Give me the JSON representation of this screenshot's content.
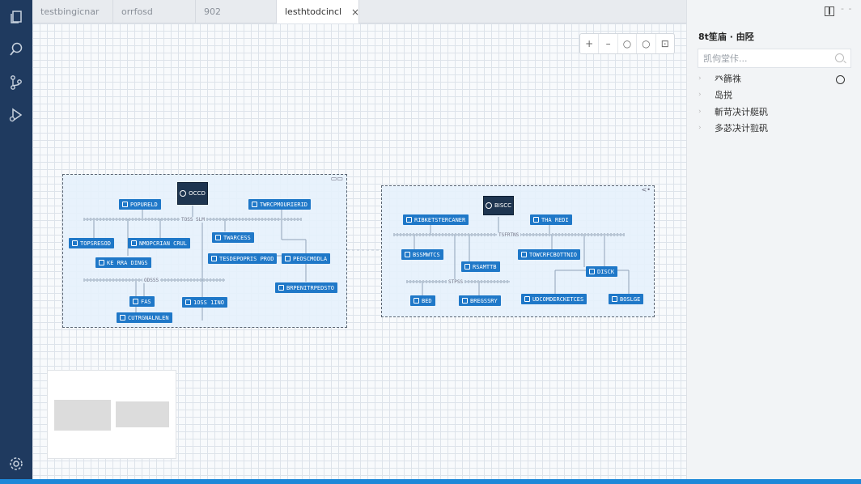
{
  "colors": {
    "accent": "#1e88d8",
    "activity_bar": "#1f3a5f",
    "node": "#1f78c8",
    "root_node": "#1e3550"
  },
  "activity_bar": {
    "icons": [
      "files-icon",
      "search-icon",
      "source-control-icon",
      "run-debug-icon",
      "settings-gear-icon"
    ]
  },
  "tabs": [
    {
      "label": "testbingicnar"
    },
    {
      "label": "orrfosd"
    },
    {
      "label": "902"
    },
    {
      "label": "lesthtodcincl",
      "close": "×"
    }
  ],
  "zoom_controls": [
    "+",
    "–",
    "○",
    "○",
    "⊡"
  ],
  "canvas": {
    "group_left": {
      "root": "OCCD",
      "mark": "▭▭",
      "bus_labels": [
        "TOSS SLM",
        "ODSSS"
      ],
      "nodes": [
        "POPURELD",
        "TWRCPMOURIERID",
        "TOPSRESOD",
        "NMOPCRIAN CRUL",
        "TWARCESS",
        "KE RRA DINGS",
        "TESDEPOPRIS PROD",
        "PEOSCMODLA",
        "BRPENITRPEDSTO",
        "FAS",
        "1OSS 1INO",
        "CUTRGNALNLEN"
      ]
    },
    "group_right": {
      "root": "BISCC",
      "mark": "<•",
      "bus_labels": [
        "TSFRTNS",
        "STPSS"
      ],
      "nodes": [
        "RIBKETSTERCANER",
        "THA REDI",
        "BSSMWTCS",
        "RSAMTTB",
        "TOWCRFCBOTTNIO",
        "DISCK",
        "BED",
        "BREGSSRY",
        "UDCOMDERCKETCES",
        "BOSLGE"
      ]
    }
  },
  "right_panel": {
    "title": "8t笙庙 · 甶陉",
    "search_placeholder": "凯佝堂佧...",
    "items": [
      "癶籂祩",
      "岛捝",
      "斬苛决计艇矾",
      "多苾决计翋矾"
    ]
  }
}
